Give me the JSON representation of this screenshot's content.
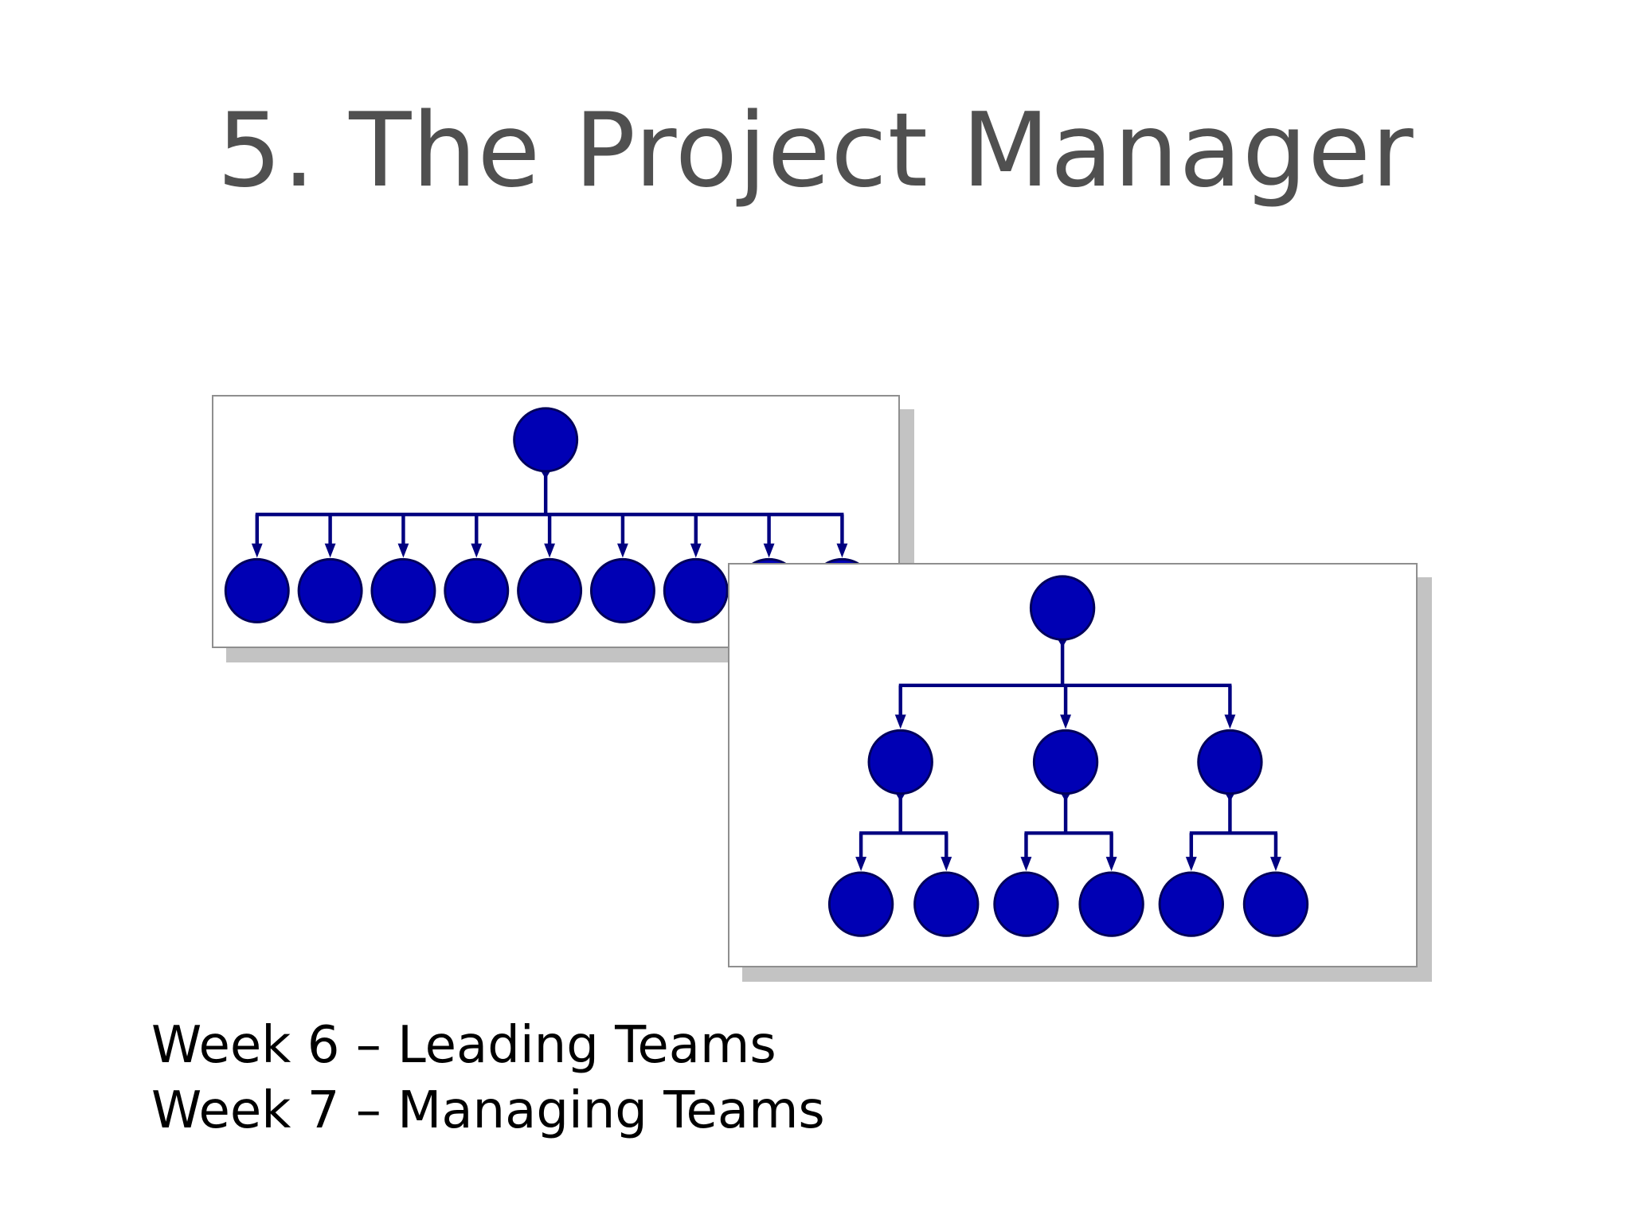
{
  "title": "5. The Project Manager",
  "notes": [
    "Week 6 – Leading Teams",
    "Week 7 – Managing Teams"
  ],
  "diagrams": {
    "flat": {
      "levels": [
        1,
        9
      ]
    },
    "hierarchical": {
      "levels": [
        1,
        3,
        6
      ]
    }
  },
  "colors": {
    "title": "#505050",
    "node_fill": "#0000b4",
    "node_stroke": "#00005a",
    "connector": "#000080",
    "panel_border": "#8f8f8f",
    "panel_shadow": "#c3c3c3"
  }
}
